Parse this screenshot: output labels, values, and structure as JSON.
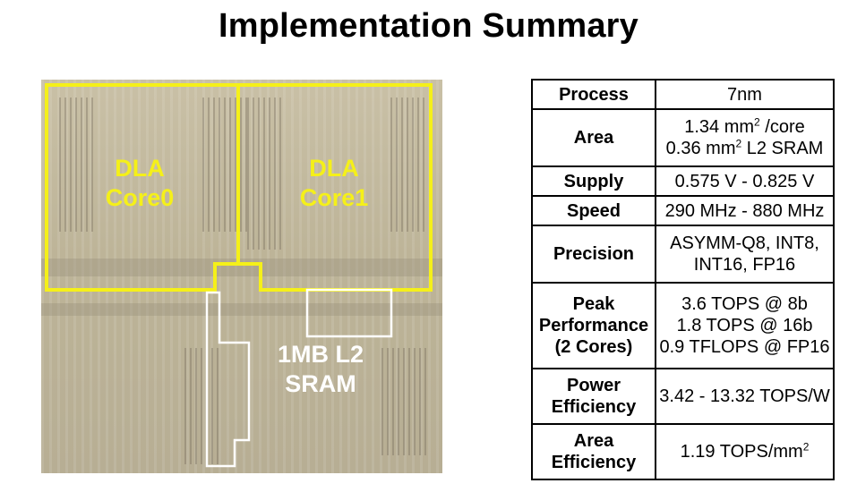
{
  "title": "Implementation Summary",
  "die_labels": {
    "core0": [
      "DLA",
      "Core0"
    ],
    "core1": [
      "DLA",
      "Core1"
    ],
    "l2": [
      "1MB L2",
      "SRAM"
    ]
  },
  "colors": {
    "core_outline": "#f5f019",
    "sram_outline": "#ffffff"
  },
  "table": [
    {
      "key": [
        "Process"
      ],
      "value": [
        "7nm"
      ]
    },
    {
      "key": [
        "Area"
      ],
      "value": [
        "1.34 mm2 /core",
        "0.36 mm2  L2 SRAM"
      ]
    },
    {
      "key": [
        "Supply"
      ],
      "value": [
        "0.575 V - 0.825 V"
      ]
    },
    {
      "key": [
        "Speed"
      ],
      "value": [
        "290 MHz - 880 MHz"
      ]
    },
    {
      "key": [
        "Precision"
      ],
      "value": [
        "ASYMM-Q8, INT8,",
        "INT16, FP16"
      ]
    },
    {
      "key": [
        "Peak",
        "Performance",
        "(2 Cores)"
      ],
      "value": [
        "3.6 TOPS @ 8b",
        "1.8 TOPS @ 16b",
        "0.9 TFLOPS @ FP16"
      ]
    },
    {
      "key": [
        "Power",
        "Efficiency"
      ],
      "value": [
        "3.42 - 13.32 TOPS/W"
      ]
    },
    {
      "key": [
        "Area",
        "Efficiency"
      ],
      "value": [
        "1.19 TOPS/mm2"
      ]
    }
  ]
}
